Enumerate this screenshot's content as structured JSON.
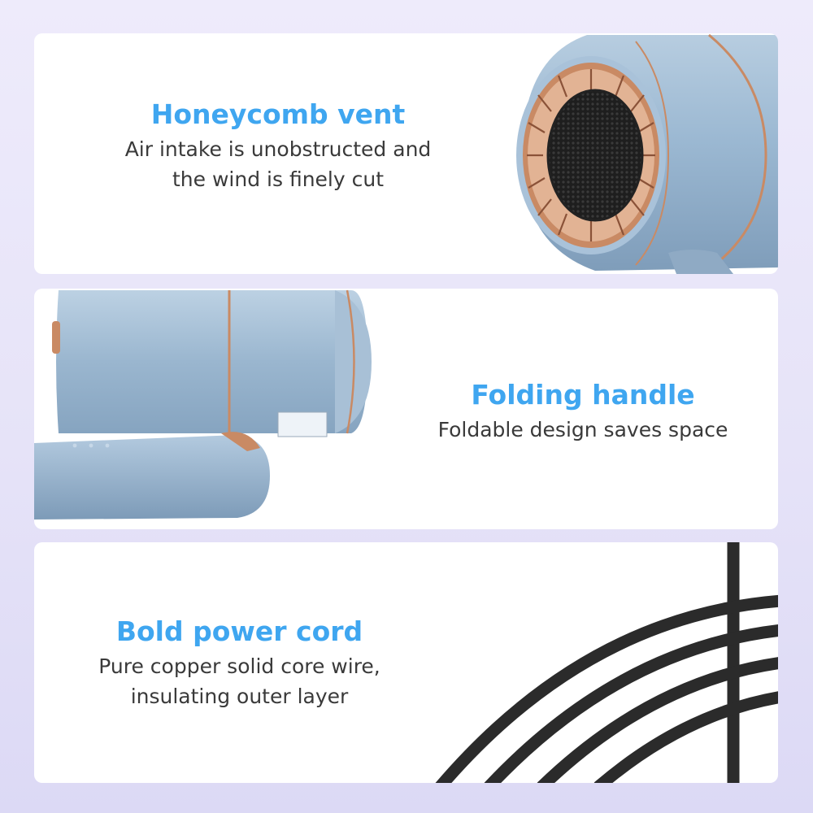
{
  "features": [
    {
      "title": "Honeycomb vent",
      "desc_lines": [
        "Air intake is unobstructed and",
        "the wind is finely cut"
      ]
    },
    {
      "title": "Folding handle",
      "desc_lines": [
        "Foldable design saves space"
      ]
    },
    {
      "title": "Bold power cord",
      "desc_lines": [
        "Pure copper solid core wire,",
        "insulating outer layer"
      ]
    }
  ],
  "colors": {
    "title_blue": "#3fa6f0",
    "body_text": "#3a3a3a",
    "dryer_blue": "#9cb9d3",
    "rose_gold": "#c98a64",
    "cord": "#2b2b2b"
  }
}
